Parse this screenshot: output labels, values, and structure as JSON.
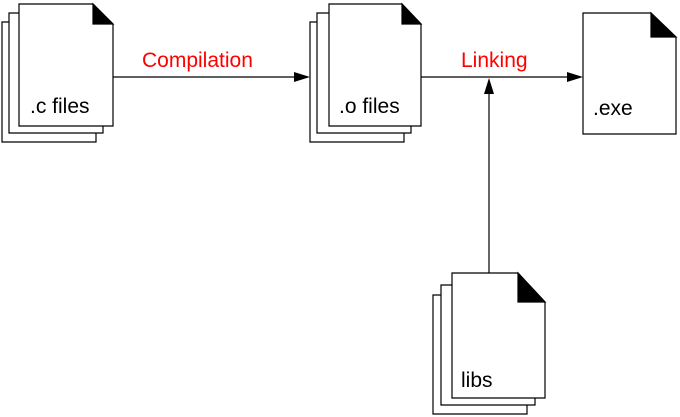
{
  "diagram": {
    "colors": {
      "edge_label": "#ff0000",
      "line": "#000000",
      "background": "#ffffff"
    },
    "nodes": {
      "c_files": {
        "label": ".c files",
        "icon": "file-stack-icon"
      },
      "o_files": {
        "label": ".o files",
        "icon": "file-stack-icon"
      },
      "exe": {
        "label": ".exe",
        "icon": "file-icon"
      },
      "libs": {
        "label": "libs",
        "icon": "file-stack-icon"
      }
    },
    "edges": {
      "compilation": {
        "from": ".c files",
        "to": ".o files",
        "label": "Compilation"
      },
      "linking": {
        "from": ".o files",
        "to": ".exe",
        "label": "Linking"
      },
      "libs_link": {
        "from": "libs",
        "to": "Linking",
        "label": ""
      }
    }
  }
}
